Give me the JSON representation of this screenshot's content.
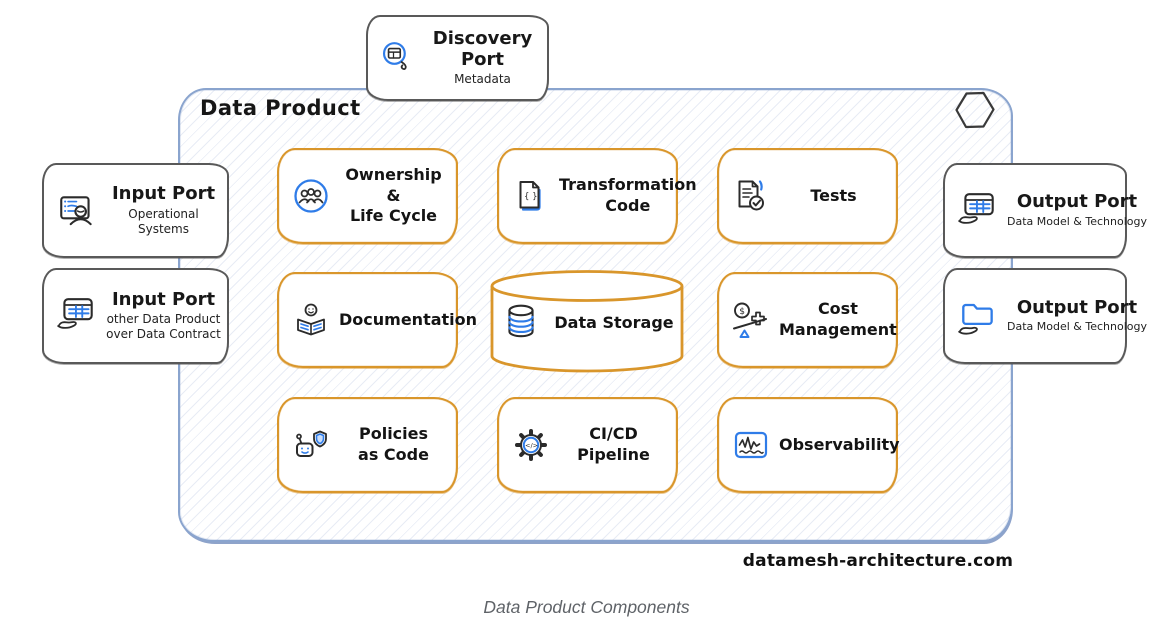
{
  "colors": {
    "accent_orange": "#D9962B",
    "accent_blue": "#2F7CE8",
    "container_blue": "#8AA4CE",
    "port_border_gray": "#595959",
    "caption_gray": "#5F6368"
  },
  "container": {
    "title": "Data Product",
    "corner_icon": "hexagon-icon"
  },
  "discovery_port": {
    "title": "Discovery Port",
    "subtitle": "Metadata",
    "icon": "magnifier-table-icon"
  },
  "input_ports": [
    {
      "title": "Input Port",
      "subtitle": "Operational Systems",
      "icon": "app-window-user-icon"
    },
    {
      "title": "Input Port",
      "subtitle": "other Data Product\nover Data Contract",
      "icon": "data-table-hand-icon"
    }
  ],
  "output_ports": [
    {
      "title": "Output Port",
      "subtitle": "Data Model & Technology",
      "icon": "data-table-hand-icon"
    },
    {
      "title": "Output Port",
      "subtitle": "Data Model & Technology",
      "icon": "folder-hand-icon"
    }
  ],
  "components": [
    {
      "label": "Ownership &\nLife Cycle",
      "icon": "team-circle-icon",
      "shape": "box"
    },
    {
      "label": "Transformation\nCode",
      "icon": "code-document-icon",
      "shape": "box"
    },
    {
      "label": "Tests",
      "icon": "checklist-check-icon",
      "shape": "box"
    },
    {
      "label": "Documentation",
      "icon": "person-reading-icon",
      "shape": "box"
    },
    {
      "label": "Data Storage",
      "icon": "database-icon",
      "shape": "cylinder"
    },
    {
      "label": "Cost\nManagement",
      "icon": "cost-balance-icon",
      "shape": "box"
    },
    {
      "label": "Policies\nas Code",
      "icon": "robot-shield-icon",
      "shape": "box"
    },
    {
      "label": "CI/CD Pipeline",
      "icon": "gear-code-icon",
      "shape": "box"
    },
    {
      "label": "Observability",
      "icon": "waveform-monitor-icon",
      "shape": "box"
    }
  ],
  "footer": {
    "watermark": "datamesh-architecture.com",
    "caption": "Data Product Components"
  }
}
